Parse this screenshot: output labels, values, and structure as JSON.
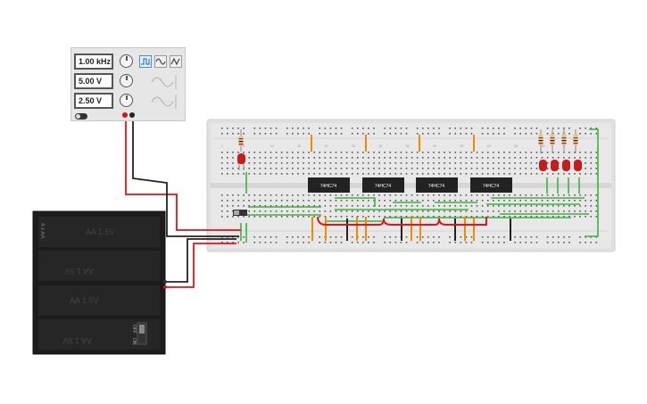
{
  "function_generator": {
    "frequency": "1.00 kHz",
    "amplitude": "5.00 V",
    "dc_offset": "2.50 V",
    "waveforms": [
      "square",
      "sine",
      "triangle"
    ],
    "selected_waveform": "square"
  },
  "breadboard": {
    "chips": [
      "74HC74",
      "74HC74",
      "74HC74",
      "74HC74"
    ],
    "column_numbers": [
      "1",
      "5",
      "10",
      "15",
      "20",
      "25",
      "30",
      "35",
      "40",
      "45",
      "50",
      "55",
      "60"
    ],
    "row_letters_top": [
      "a",
      "b",
      "c",
      "d",
      "e"
    ],
    "row_letters_bottom": [
      "f",
      "g",
      "h",
      "i",
      "j"
    ],
    "leds_top_left": 1,
    "leds_top_right": 4
  },
  "battery_pack": {
    "title": "4 x AA",
    "cells": [
      "AA 1.5V",
      "AA 1.5V",
      "AA 1.5V",
      "AA 1.5V"
    ],
    "switch_off_label": "OFF",
    "switch_on_label": "ON"
  },
  "colors": {
    "wire_red": "#e0141b",
    "wire_black": "#222222",
    "wire_green": "#3cb23c",
    "wire_orange": "#f08a00",
    "led_red": "#c81c1c",
    "chip": "#222222"
  }
}
